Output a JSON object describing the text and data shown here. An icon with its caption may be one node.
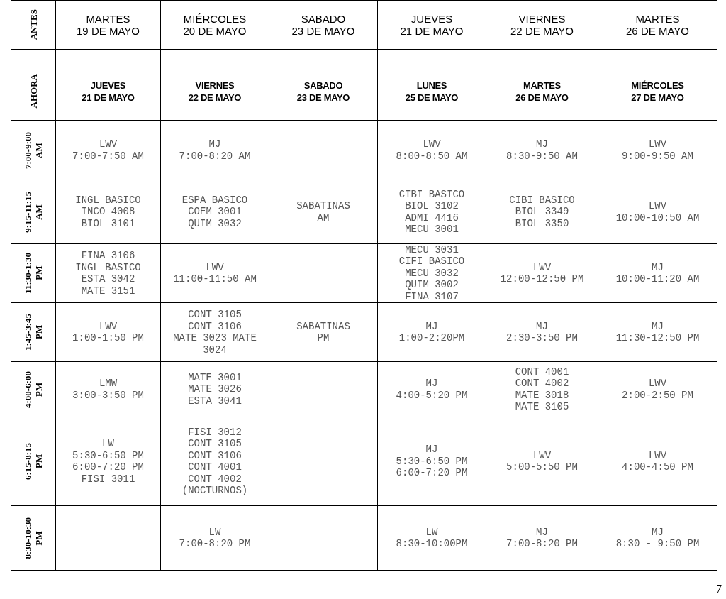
{
  "diagram": {
    "labels": [
      "ANTES",
      "MARTES",
      "19 DE MAYO",
      "MIÉRCOLES",
      "20 DE MAYO",
      "SABADO",
      "23 DE MAYO",
      "JUEVES",
      "21 DE MAYO",
      "VIERNES",
      "22 DE MAYO",
      "MARTES",
      "26 DE MAYO",
      "AHORA",
      "JUEVES",
      "21 DE MAYO",
      "VIERNES",
      "22 DE MAYO",
      "SABADO",
      "23 DE MAYO",
      "LUNES",
      "25 DE MAYO",
      "MARTES",
      "26 DE MAYO",
      "MIÉRCOLES",
      "27 DE MAYO",
      "7:00-9:00",
      "AM",
      "LWV",
      "7:00-7:50 AM",
      "MJ",
      "7:00-8:20 AM",
      "LWV",
      "8:00-8:50 AM",
      "MJ",
      "8:30-9:50 AM",
      "LWV",
      "9:00-9:50 AM",
      "9:15-11:15",
      "AM",
      "INGL BASICO",
      "INCO 4008",
      "BIOL 3101",
      "ESPA BASICO",
      "COEM 3001",
      "QUIM 3032",
      "SABATINAS",
      "AM",
      "CIBI BASICO",
      "BIOL 3102",
      "ADMI 4416",
      "MECU 3001",
      "CIBI BASICO",
      "BIOL 3349",
      "BIOL 3350",
      "LWV",
      "10:00-10:50 AM",
      "11:30-1:30",
      "PM",
      "FINA 3106",
      "INGL BASICO",
      "ESTA 3042",
      "MATE 3151",
      "LWV",
      "11:00-11:50 AM",
      "MECU 3031",
      "CIFI BASICO",
      "MECU 3032",
      "QUIM 3002",
      "FINA 3107",
      "LWV",
      "12:00-12:50 PM",
      "MJ",
      "10:00-11:20 AM",
      "1:45-3:45",
      "PM",
      "LWV",
      "1:00-1:50 PM",
      "CONT 3105",
      "CONT 3106",
      "MATE 3023 MATE 3024",
      "SABATINAS",
      "PM",
      "MJ",
      "1:00-2:20PM",
      "MJ",
      "2:30-3:50 PM",
      "MJ",
      "11:30-12:50 PM",
      "4:00-6:00",
      "PM",
      "LMW",
      "3:00-3:50 PM",
      "MATE 3001",
      "MATE 3026",
      "ESTA 3041",
      "MJ",
      "4:00-5:20 PM",
      "CONT 4001",
      "CONT 4002",
      "MATE 3018",
      "MATE 3105",
      "LWV",
      "2:00-2:50 PM",
      "6:15-8:15",
      "PM",
      "LW",
      "5:30-6:50 PM",
      "6:00-7:20 PM",
      "FISI 3011",
      "FISI 3012",
      "CONT 3105",
      "CONT 3106",
      "CONT 4001",
      "CONT 4002",
      "(NOCTURNOS)",
      "MJ",
      "5:30-6:50 PM",
      "6:00-7:20 PM",
      "LWV",
      "5:00-5:50 PM",
      "LWV",
      "4:00-4:50 PM",
      "8:30-10:30",
      "PM",
      "LW",
      "7:00-8:20 PM",
      "LW",
      "8:30-10:00PM",
      "MJ",
      "7:00-8:20 PM",
      "MJ",
      "8:30 - 9:50 PM",
      "7"
    ]
  }
}
